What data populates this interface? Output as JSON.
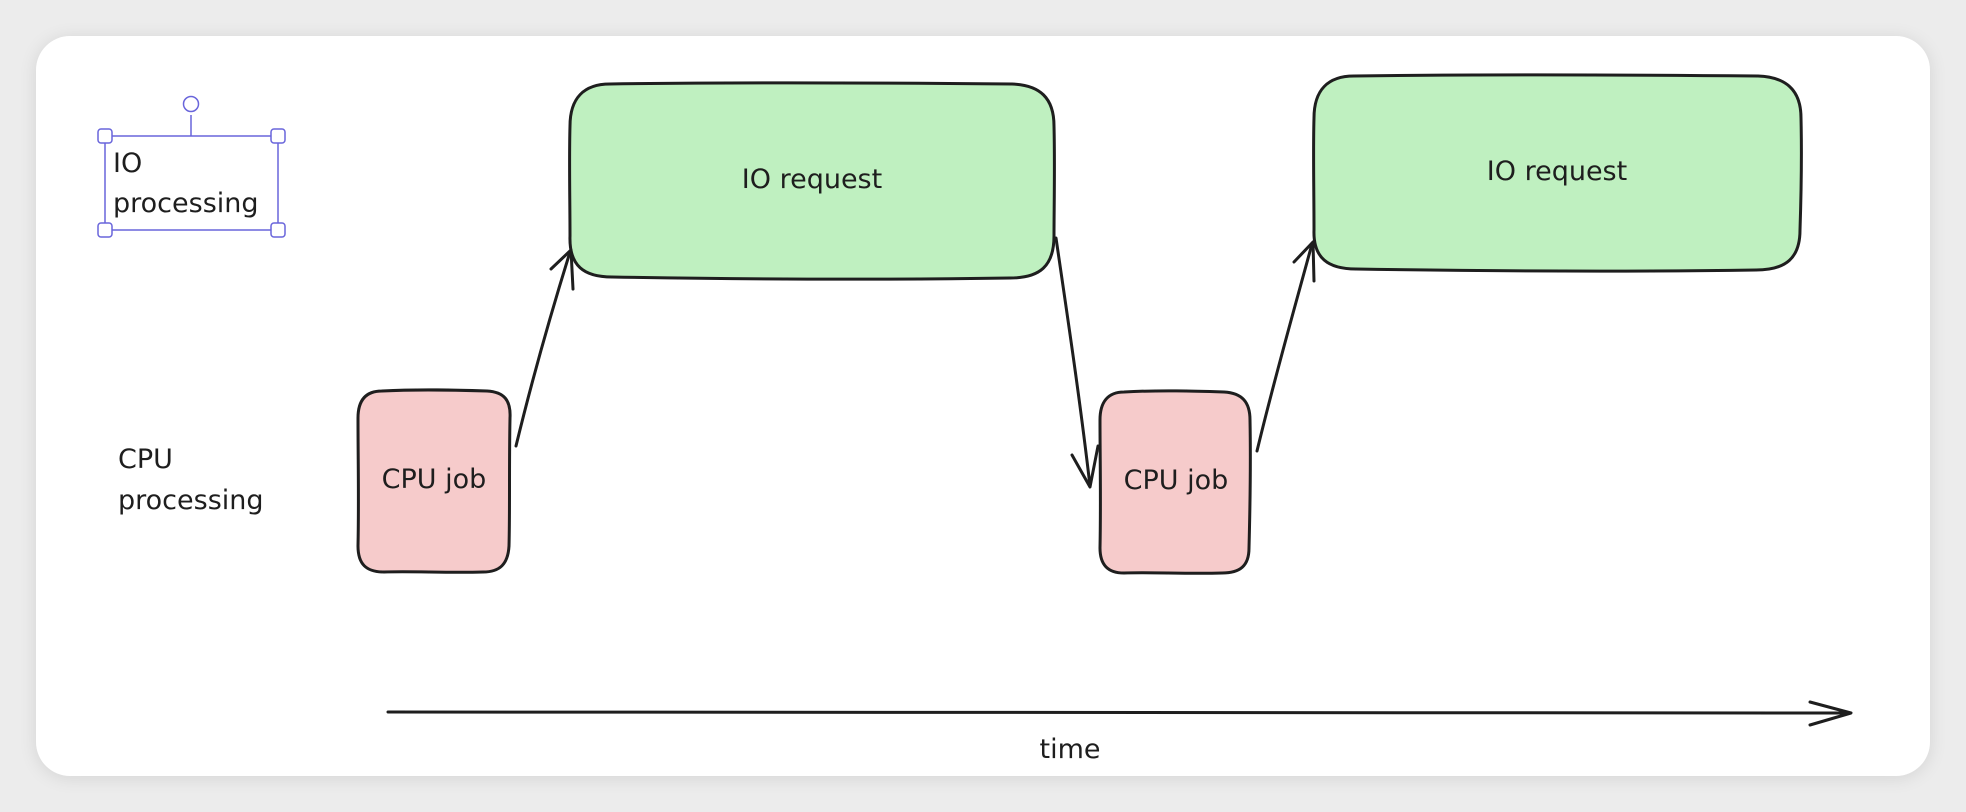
{
  "row_labels": {
    "io_line1": "IO",
    "io_line2": "processing",
    "cpu_line1": "CPU",
    "cpu_line2": "processing"
  },
  "blocks": {
    "cpu_job_1": "CPU job",
    "io_request_1": "IO request",
    "cpu_job_2": "CPU job",
    "io_request_2": "IO request"
  },
  "axis": {
    "label": "time"
  },
  "colors": {
    "io_fill": "#bff0c0",
    "cpu_fill": "#f6cbcb",
    "stroke": "#1e1e1e",
    "selection": "#6965db"
  }
}
